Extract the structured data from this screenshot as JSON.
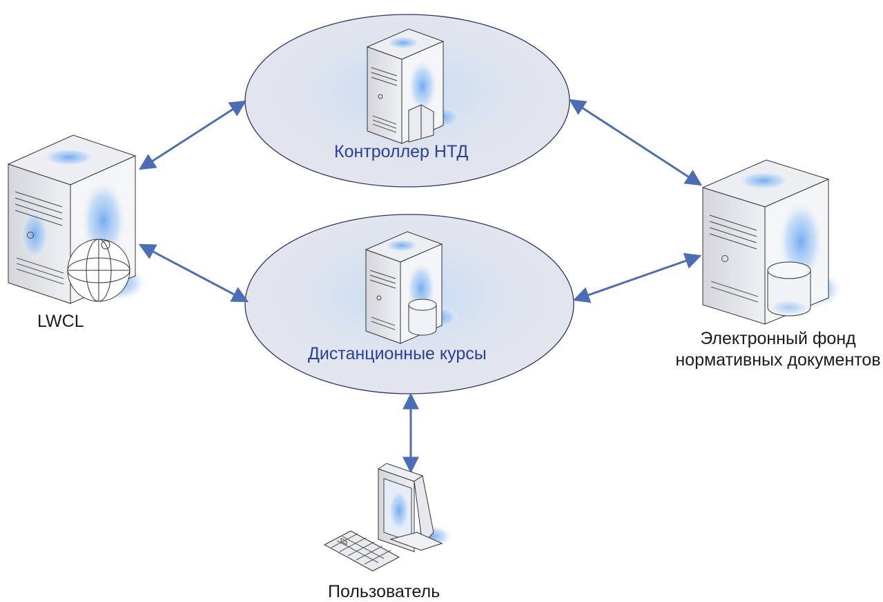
{
  "diagram": {
    "nodes": {
      "controller": {
        "label": "Контроллер НТД",
        "icon": "server-document-icon"
      },
      "courses": {
        "label": "Дистанционные курсы",
        "icon": "server-database-icon"
      },
      "lwcl": {
        "label": "LWCL",
        "icon": "server-globe-icon"
      },
      "fund": {
        "label_line1": "Электронный фонд",
        "label_line2": "нормативных документов",
        "icon": "server-database-icon"
      },
      "user": {
        "label": "Пользователь",
        "icon": "workstation-icon"
      }
    },
    "colors": {
      "arrow": "#4a6db5",
      "ellipse_stroke": "#2e2e6e",
      "ellipse_fill": "#dde2ec",
      "glow": "#7fb2f2",
      "label_blue": "#2b3f9e"
    }
  }
}
